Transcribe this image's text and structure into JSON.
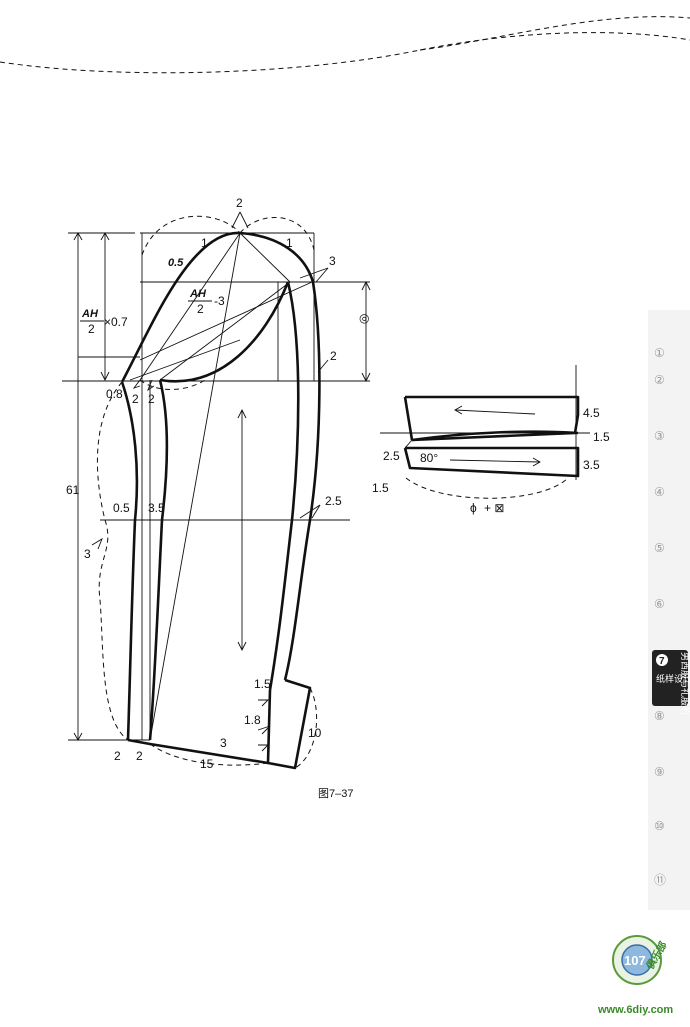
{
  "figure": {
    "caption": "图7–37"
  },
  "sleeve_pattern": {
    "labels": {
      "ah_num": "AH",
      "ah_den": "2",
      "ah_mult": "×0.7",
      "ah_num2": "AH",
      "ah_den2": "2",
      "ah_minus": "-3",
      "total_length": "61",
      "cap_offset": "0.5",
      "top_2": "2",
      "cap_1_left": "1",
      "cap_1_right": "1",
      "cap_3": "3",
      "cap_2_right": "2",
      "circle_symbol": "◎",
      "v08": "0.8",
      "v2a": "2",
      "v2b": "2",
      "elbow_05": "0.5",
      "elbow_35": "3.5",
      "elbow_25": "2.5",
      "left_3": "3",
      "v15": "1.5",
      "v18": "1.8",
      "v3": "3",
      "v10": "10",
      "v15_hem": "15",
      "bottom_2a": "2",
      "bottom_2b": "2"
    }
  },
  "cuff_pattern": {
    "labels": {
      "v45": "4.5",
      "v15a": "1.5",
      "v25": "2.5",
      "angle": "80°",
      "v35": "3.5",
      "v15b": "1.5",
      "formula": "+ ⊠"
    }
  },
  "chapter_tabs": {
    "items": [
      "①",
      "②",
      "③",
      "④",
      "⑤",
      "⑥",
      "⑧",
      "⑨",
      "⑩",
      "⑪"
    ],
    "active": {
      "number": "7",
      "line1": "男西服与礼服的",
      "line2": "纸样设计"
    }
  },
  "page": {
    "number": "107",
    "watermark": "www.6diy.com",
    "club": "俱乐部"
  }
}
